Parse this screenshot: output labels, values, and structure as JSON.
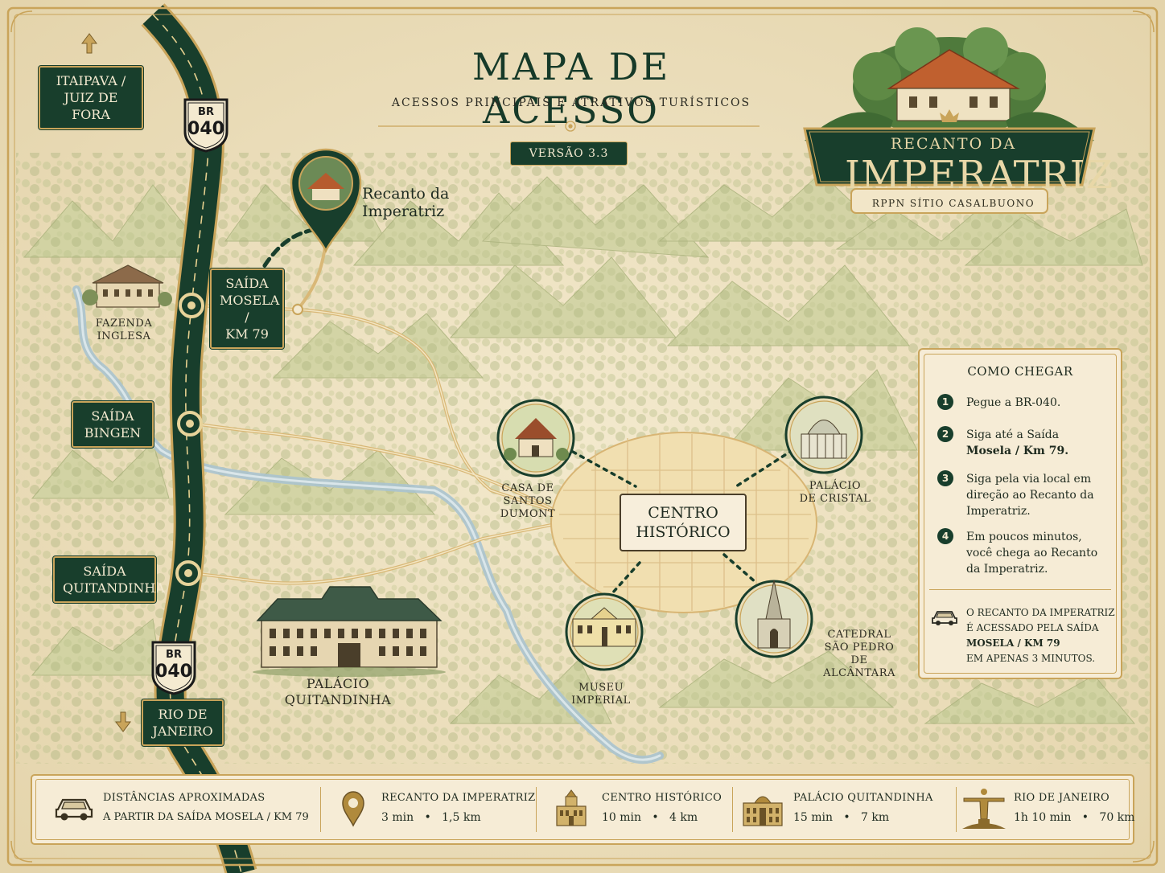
{
  "header": {
    "title": "MAPA DE ACESSO",
    "subtitle": "ACESSOS PRINCIPAIS E ATRATIVOS TURÍSTICOS",
    "version": "VERSÃO 3.3"
  },
  "logo": {
    "small": "RECANTO DA",
    "big": "IMPERATRIZ",
    "sub": "RPPN SÍTIO CASALBUONO"
  },
  "highway": {
    "shield_top": "BR",
    "shield_number": "040",
    "north_label": [
      "ITAIPAVA /",
      "JUIZ DE FORA"
    ],
    "south_label": [
      "RIO DE",
      "JANEIRO"
    ]
  },
  "exits": {
    "mosela": [
      "SAÍDA",
      "MOSELA /",
      "KM 79"
    ],
    "bingen": [
      "SAÍDA",
      "BINGEN"
    ],
    "quitandinha": [
      "SAÍDA",
      "QUITANDINHA"
    ]
  },
  "places": {
    "recanto": [
      "Recanto da",
      "Imperatriz"
    ],
    "fazenda": [
      "FAZENDA",
      "INGLESA"
    ],
    "palacio_quitandinha": [
      "PALÁCIO",
      "QUITANDINHA"
    ],
    "casa_santos_dumont": [
      "CASA DE",
      "SANTOS DUMONT"
    ],
    "centro_historico": [
      "CENTRO",
      "HISTÓRICO"
    ],
    "palacio_cristal": [
      "PALÁCIO",
      "DE CRISTAL"
    ],
    "museu_imperial": [
      "MUSEU",
      "IMPERIAL"
    ],
    "catedral": [
      "CATEDRAL",
      "SÃO PEDRO DE",
      "ALCÂNTARA"
    ]
  },
  "como_chegar": {
    "title": "COMO CHEGAR",
    "steps": [
      {
        "num": "1",
        "text": "Pegue a BR-040."
      },
      {
        "num": "2",
        "pre": "Siga até a Saída",
        "bold": "Mosela / Km 79."
      },
      {
        "num": "3",
        "text": "Siga pela via local em direção ao Recanto da Imperatriz."
      },
      {
        "num": "4",
        "text": "Em poucos minutos, você chega ao Recanto da Imperatriz."
      }
    ],
    "note": [
      "O RECANTO DA IMPERATRIZ",
      "É ACESSADO PELA SAÍDA",
      "MOSELA / KM 79",
      "EM APENAS 3 MINUTOS."
    ]
  },
  "distances": {
    "intro": [
      "DISTÂNCIAS APROXIMADAS",
      "A PARTIR DA SAÍDA MOSELA / KM 79"
    ],
    "items": [
      {
        "label": "RECANTO DA IMPERATRIZ",
        "time": "3 min",
        "dist": "1,5 km",
        "icon": "location-pin-icon"
      },
      {
        "label": "CENTRO HISTÓRICO",
        "time": "10 min",
        "dist": "4 km",
        "icon": "building-icon"
      },
      {
        "label": "PALÁCIO QUITANDINHA",
        "time": "15 min",
        "dist": "7 km",
        "icon": "palace-icon"
      },
      {
        "label": "RIO DE JANEIRO",
        "time": "1h 10 min",
        "dist": "70 km",
        "icon": "christ-statue-icon"
      }
    ],
    "bullet": "•"
  },
  "colors": {
    "parchment": "#efe3c4",
    "forest": "#183e2c",
    "gold": "#c9a45a",
    "mountain": "#c8cc9a",
    "river": "#a9c2cf"
  }
}
